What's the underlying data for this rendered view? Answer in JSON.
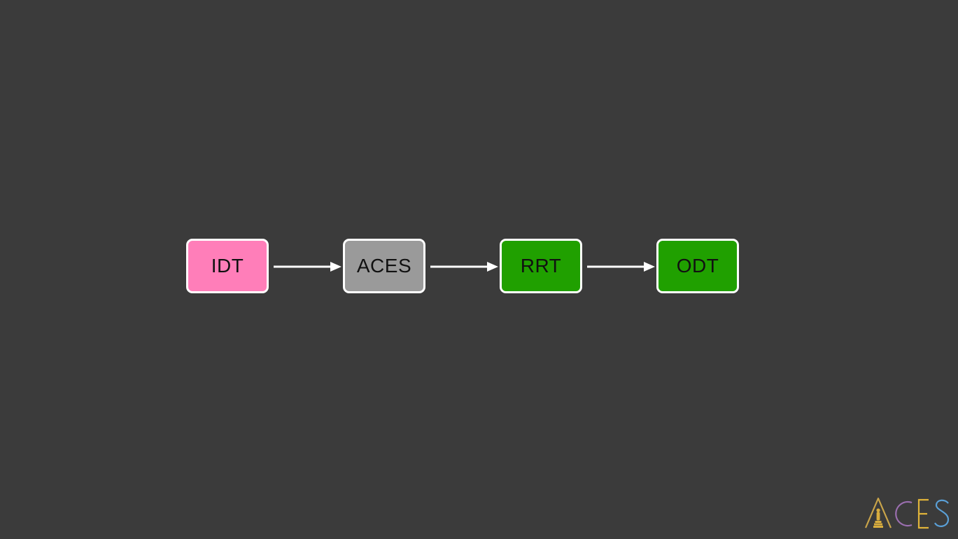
{
  "diagram": {
    "nodes": [
      {
        "id": "idt",
        "label": "IDT",
        "color": "#ff7eb9"
      },
      {
        "id": "aces",
        "label": "ACES",
        "color": "#9a9a9a"
      },
      {
        "id": "rrt",
        "label": "RRT",
        "color": "#20a000"
      },
      {
        "id": "odt",
        "label": "ODT",
        "color": "#20a000"
      }
    ],
    "edges": [
      {
        "from": "idt",
        "to": "aces"
      },
      {
        "from": "aces",
        "to": "rrt"
      },
      {
        "from": "rrt",
        "to": "odt"
      }
    ],
    "background": "#3b3b3b",
    "border_color": "#ffffff",
    "arrow_color": "#ffffff"
  },
  "logo": {
    "text": "ACES",
    "letter_colors": [
      "#c9a44a",
      "#9b6fb0",
      "#e0b43a",
      "#5a9fd6"
    ],
    "statuette_icon": "oscar-statuette-icon"
  }
}
